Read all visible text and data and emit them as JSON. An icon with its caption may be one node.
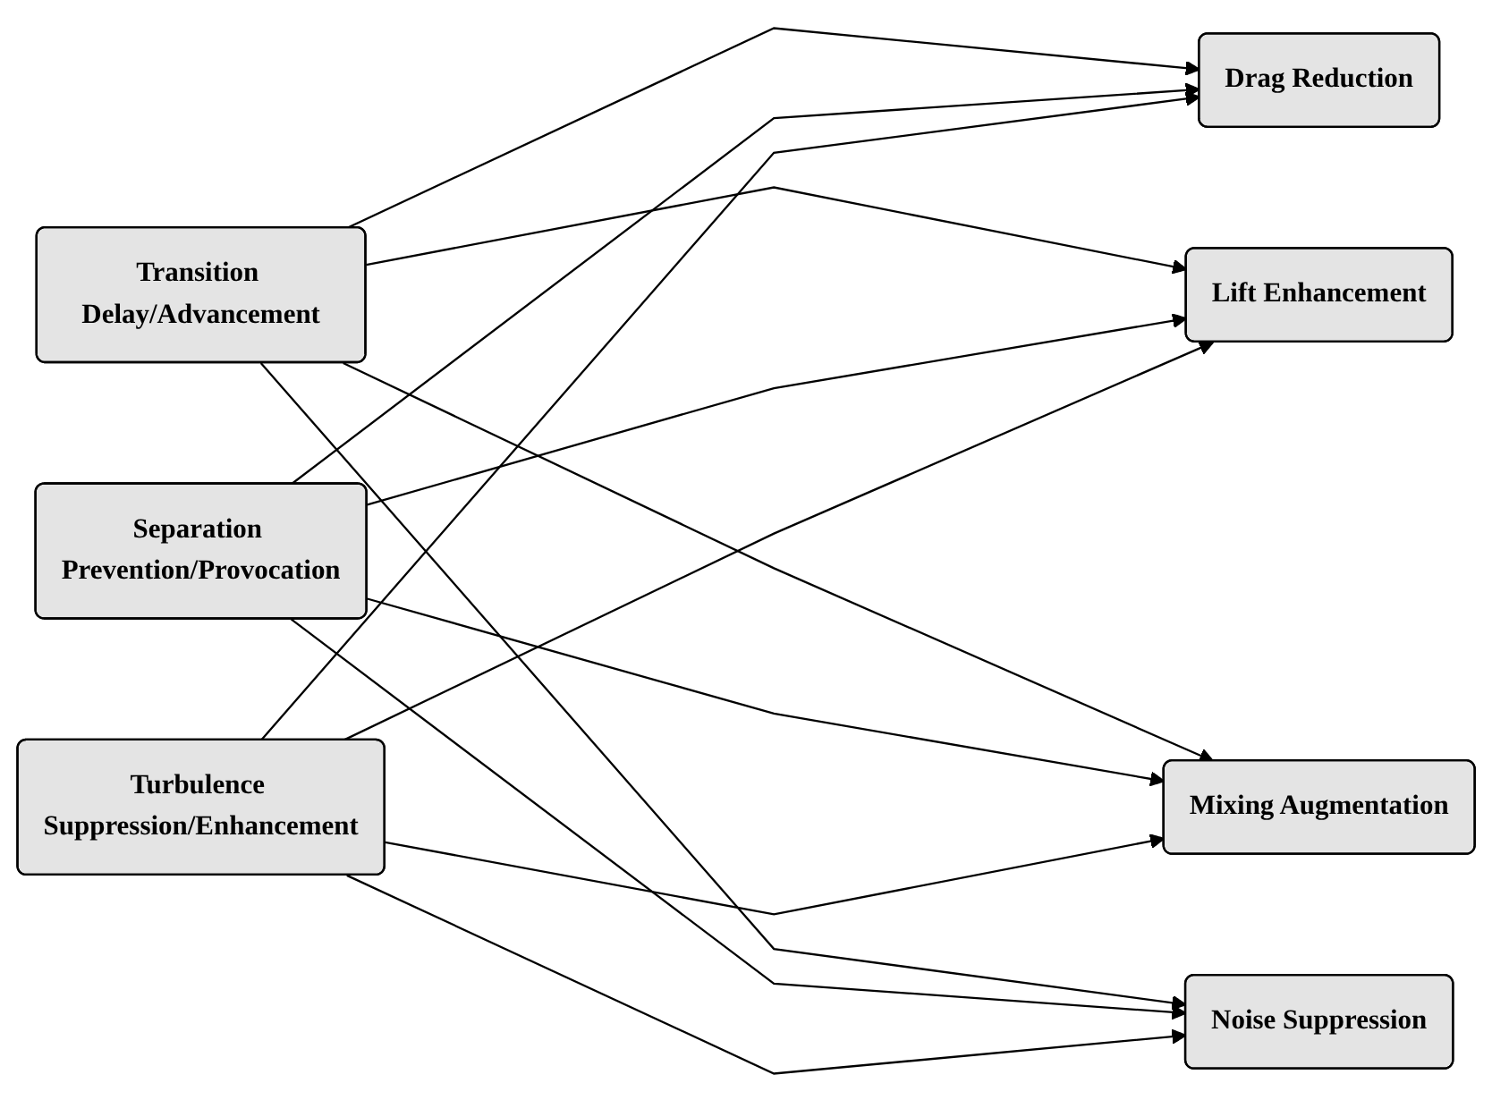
{
  "diagram": {
    "nodes": [
      {
        "text": [
          "Transition Delay/Advancement"
        ]
      },
      {
        "text": [
          "Separation Prevention/Provocation"
        ]
      },
      {
        "text": [
          "Turbulence Suppression/Enhancement"
        ]
      },
      {
        "text": [
          "Drag Reduction"
        ]
      },
      {
        "text": [
          "Lift Enhancement"
        ]
      },
      {
        "text": [
          "Mixing Augmentation"
        ]
      },
      {
        "text": [
          "Noise Suppression"
        ]
      }
    ],
    "edges": [
      {
        "from": 0,
        "to": 3,
        "arrow": "to"
      },
      {
        "from": 0,
        "to": 4,
        "arrow": "to"
      },
      {
        "from": 0,
        "to": 5,
        "arrow": "to"
      },
      {
        "from": 0,
        "to": 6,
        "arrow": "to"
      },
      {
        "from": 1,
        "to": 3,
        "arrow": "to"
      },
      {
        "from": 1,
        "to": 4,
        "arrow": "to"
      },
      {
        "from": 1,
        "to": 5,
        "arrow": "to"
      },
      {
        "from": 1,
        "to": 6,
        "arrow": "to"
      },
      {
        "from": 2,
        "to": 3,
        "arrow": "to"
      },
      {
        "from": 2,
        "to": 4,
        "arrow": "to"
      },
      {
        "from": 2,
        "to": 5,
        "arrow": "to"
      },
      {
        "from": 2,
        "to": 6,
        "arrow": "to"
      }
    ]
  }
}
